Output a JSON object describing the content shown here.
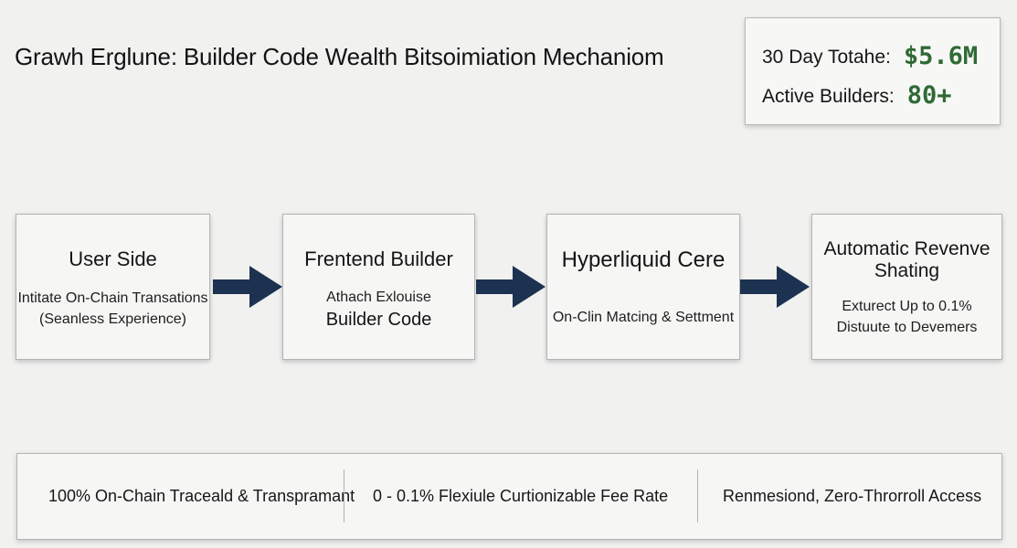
{
  "title": "Grawh Erglune:  Builder Code Wealth Bitsoimiation Mechaniom",
  "stats": {
    "total_label": "30 Day Totahe:",
    "total_value": "$5.6M",
    "builders_label": "Active Builders:",
    "builders_value": "80+"
  },
  "steps": [
    {
      "title": "User Side",
      "desc_line1": "Intitate On-Chain Transations",
      "desc_line2": "(Seanless Experience)"
    },
    {
      "title": "Frentend Builder",
      "desc_line1": "Athach Exlouise",
      "desc_line2": "Builder Code"
    },
    {
      "title": "Hyperliquid Cere",
      "desc_line1": "On-Clin Matcing & Settment"
    },
    {
      "title_line1": "Automatic Revenve",
      "title_line2": "Shating",
      "desc_line1": "Exturect Up to 0.1%",
      "desc_line2": "Distuute to Devemers"
    }
  ],
  "features": [
    "100% On-Chain Traceald & Transpramant",
    "0 - 0.1% Flexiule Curtionizable Fee Rate",
    "Renmesiond, Zero-Throrroll Access"
  ],
  "colors": {
    "arrow": "#1c3250",
    "stat_value": "#2f6a35",
    "background": "#f1f1f0"
  }
}
